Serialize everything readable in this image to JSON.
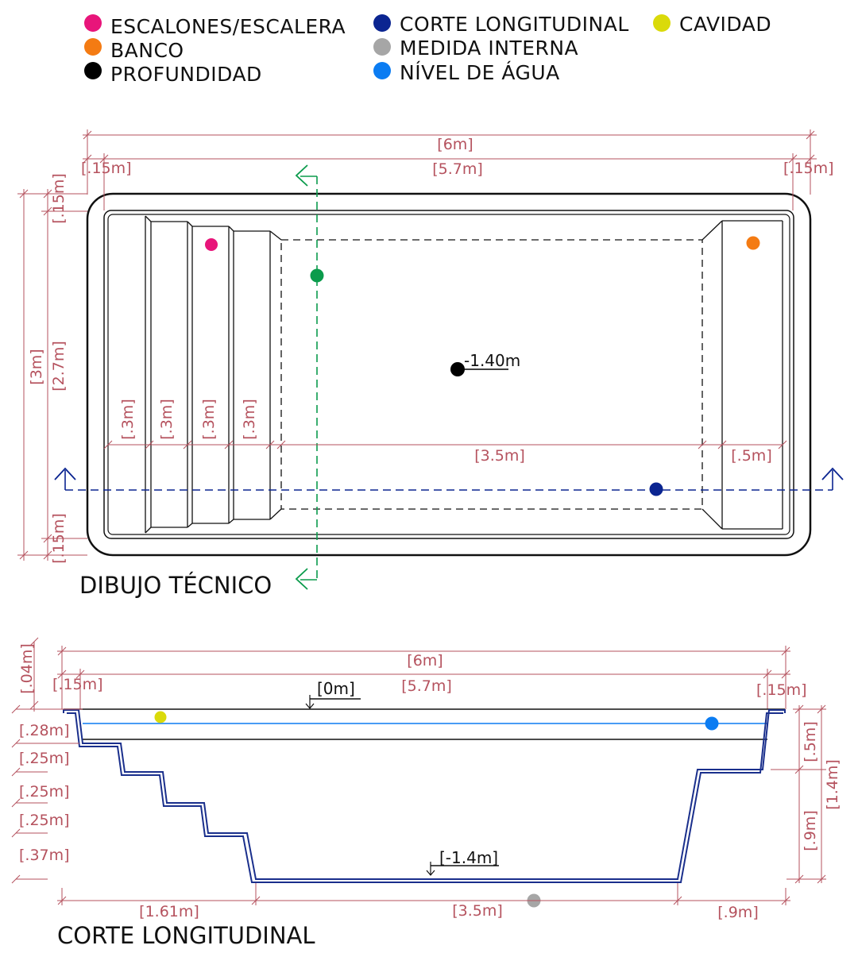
{
  "colors": {
    "steps": "#e8157a",
    "bench": "#f47b13",
    "depth": "#000000",
    "longitudinal_cut": "#0b2591",
    "internal_measure": "#a6a6a6",
    "water_level": "#0b7cf2",
    "cavity": "#dada0a",
    "cross_cut": "#0b9b4c",
    "dimension": "#b5525e"
  },
  "legend": [
    {
      "label": "ESCALONES/ESCALERA",
      "color_key": "steps"
    },
    {
      "label": "BANCO",
      "color_key": "bench"
    },
    {
      "label": "PROFUNDIDAD",
      "color_key": "depth"
    },
    {
      "label": "CORTE LONGITUDINAL",
      "color_key": "longitudinal_cut"
    },
    {
      "label": "MEDIDA INTERNA",
      "color_key": "internal_measure"
    },
    {
      "label": "NÍVEL DE ÁGUA",
      "color_key": "water_level"
    },
    {
      "label": "CAVIDAD",
      "color_key": "cavity"
    }
  ],
  "plan": {
    "title": "DIBUJO TÉCNICO",
    "depth_label": "-1.40m",
    "dims": {
      "total_length": "[6m]",
      "inner_length": "[5.7m]",
      "edge_left": "[.15m]",
      "edge_right": "[.15m]",
      "total_width": "[3m]",
      "inner_width": "[2.7m]",
      "edge_top": "[.15m]",
      "edge_bottom": "[.15m]",
      "steps": [
        "[.3m]",
        "[.3m]",
        "[.3m]",
        "[.3m]"
      ],
      "floor_length": "[3.5m]",
      "bench_width": "[.5m]"
    }
  },
  "section": {
    "title": "CORTE LONGITUDINAL",
    "top_level": "[0m]",
    "bottom_level": "[-1.4m]",
    "dims": {
      "total_length": "[6m]",
      "inner_length": "[5.7m]",
      "edge_left": "[.15m]",
      "edge_right": "[.15m]",
      "rim": "[.04m]",
      "step_heights": [
        "[.28m]",
        "[.25m]",
        "[.25m]",
        "[.25m]",
        "[.37m]"
      ],
      "bench_depth": "[.5m]",
      "lower_depth": "[.9m]",
      "total_depth": "[1.4m]",
      "steps_run": "[1.61m]",
      "floor_length": "[3.5m]",
      "bench_run": "[.9m]"
    }
  }
}
